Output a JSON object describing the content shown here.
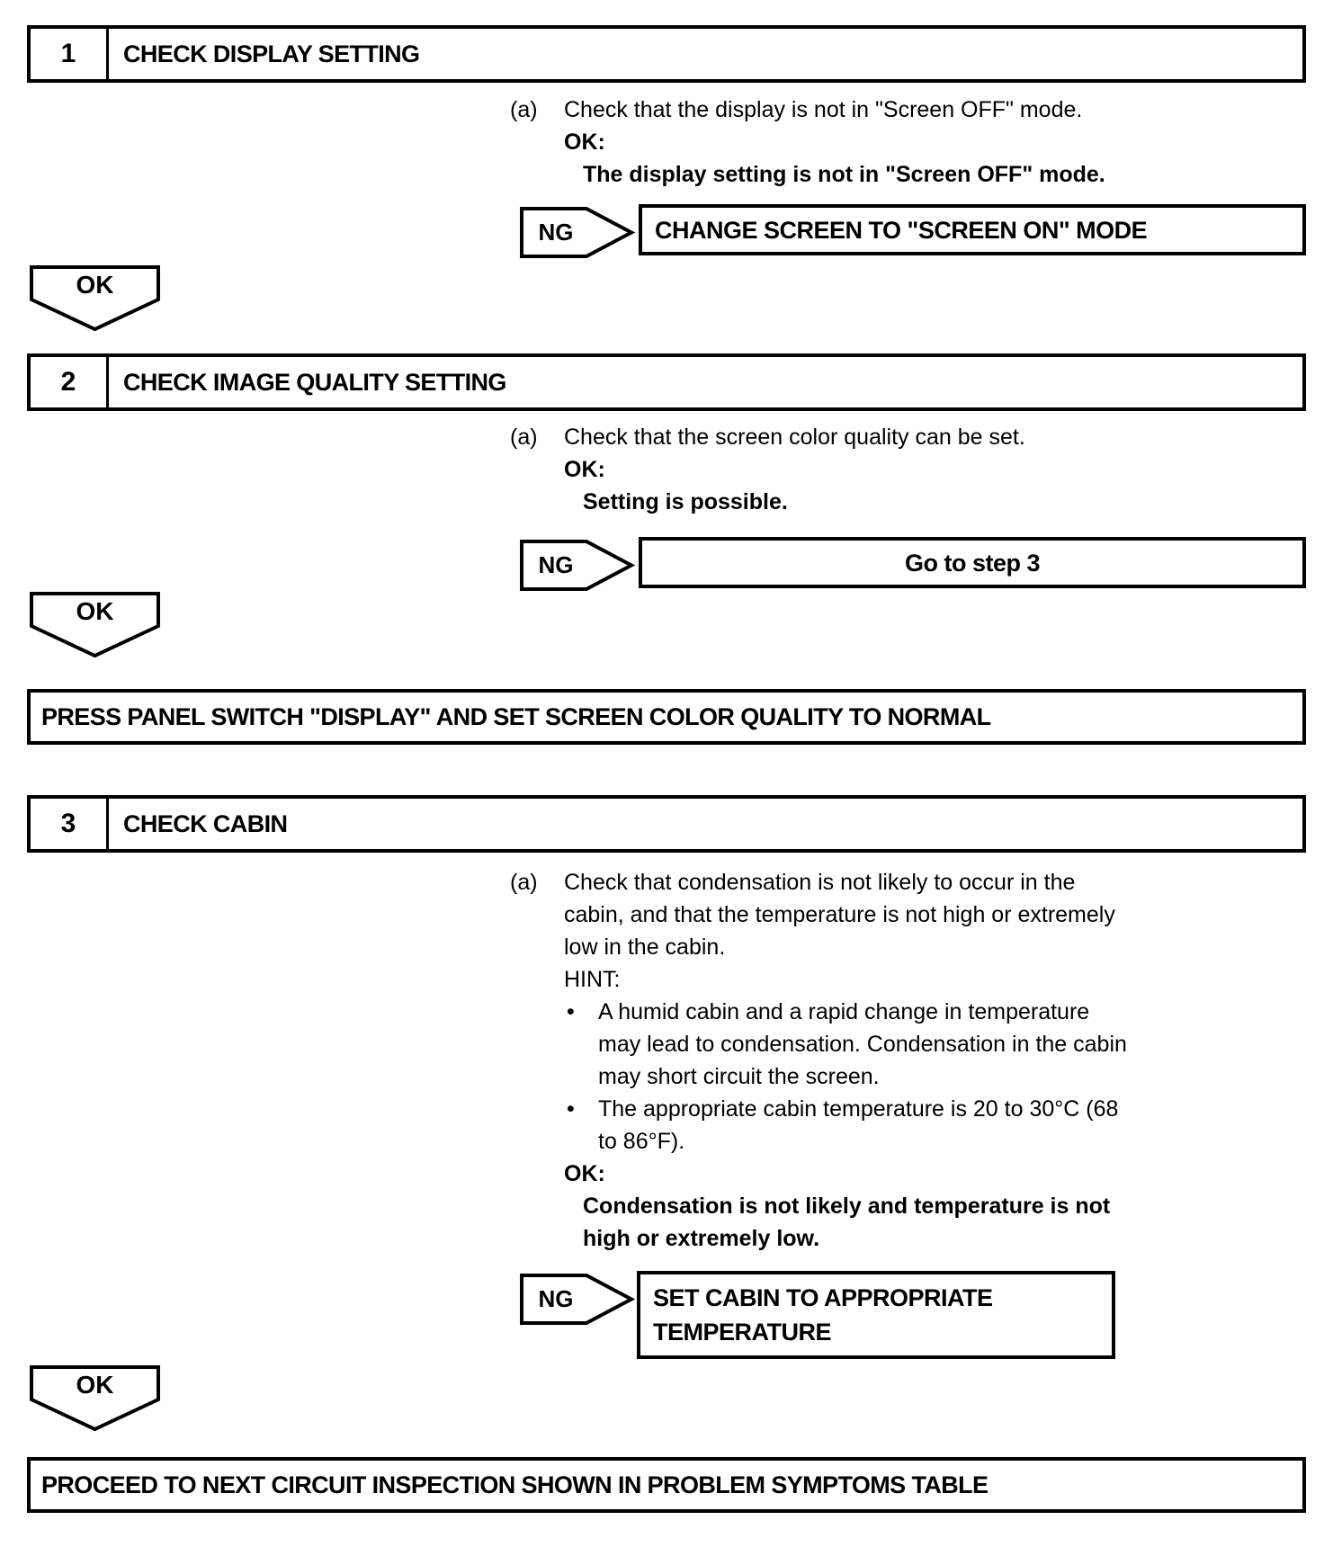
{
  "glyphs": {
    "bullet": "•"
  },
  "colors": {
    "ink": "#000000",
    "paper": "#ffffff"
  },
  "steps": [
    {
      "number": "1",
      "title": "CHECK DISPLAY SETTING",
      "item_label": "(a)",
      "item_text": "Check that the display is not in \"Screen OFF\" mode.",
      "ok_heading": "OK:",
      "ok_text": "The display setting is not in \"Screen OFF\" mode.",
      "ng_label": "NG",
      "ng_action": "CHANGE SCREEN TO \"SCREEN ON\" MODE",
      "ok_marker": "OK"
    },
    {
      "number": "2",
      "title": "CHECK IMAGE QUALITY SETTING",
      "item_label": "(a)",
      "item_text": "Check that the screen color quality can be set.",
      "ok_heading": "OK:",
      "ok_text": "Setting is possible.",
      "ng_label": "NG",
      "ng_action": "Go to step 3",
      "ok_marker": "OK",
      "result_action": "PRESS PANEL SWITCH \"DISPLAY\" AND SET SCREEN COLOR QUALITY TO NORMAL"
    },
    {
      "number": "3",
      "title": "CHECK CABIN",
      "item_label": "(a)",
      "item_text": "Check that condensation is not likely to occur in the\ncabin, and that the temperature is not high or extremely\nlow in the cabin.",
      "hint_heading": "HINT:",
      "hint_bullets": [
        "A humid cabin and a rapid change in temperature\nmay lead to condensation. Condensation in the cabin\nmay short circuit the screen.",
        "The appropriate cabin temperature is 20 to 30°C (68\nto 86°F)."
      ],
      "ok_heading": "OK:",
      "ok_text": "Condensation is not likely and temperature is not\nhigh or extremely low.",
      "ng_label": "NG",
      "ng_action": "SET CABIN TO APPROPRIATE\nTEMPERATURE",
      "ok_marker": "OK",
      "result_action": "PROCEED TO NEXT CIRCUIT INSPECTION SHOWN IN PROBLEM SYMPTOMS TABLE"
    }
  ]
}
